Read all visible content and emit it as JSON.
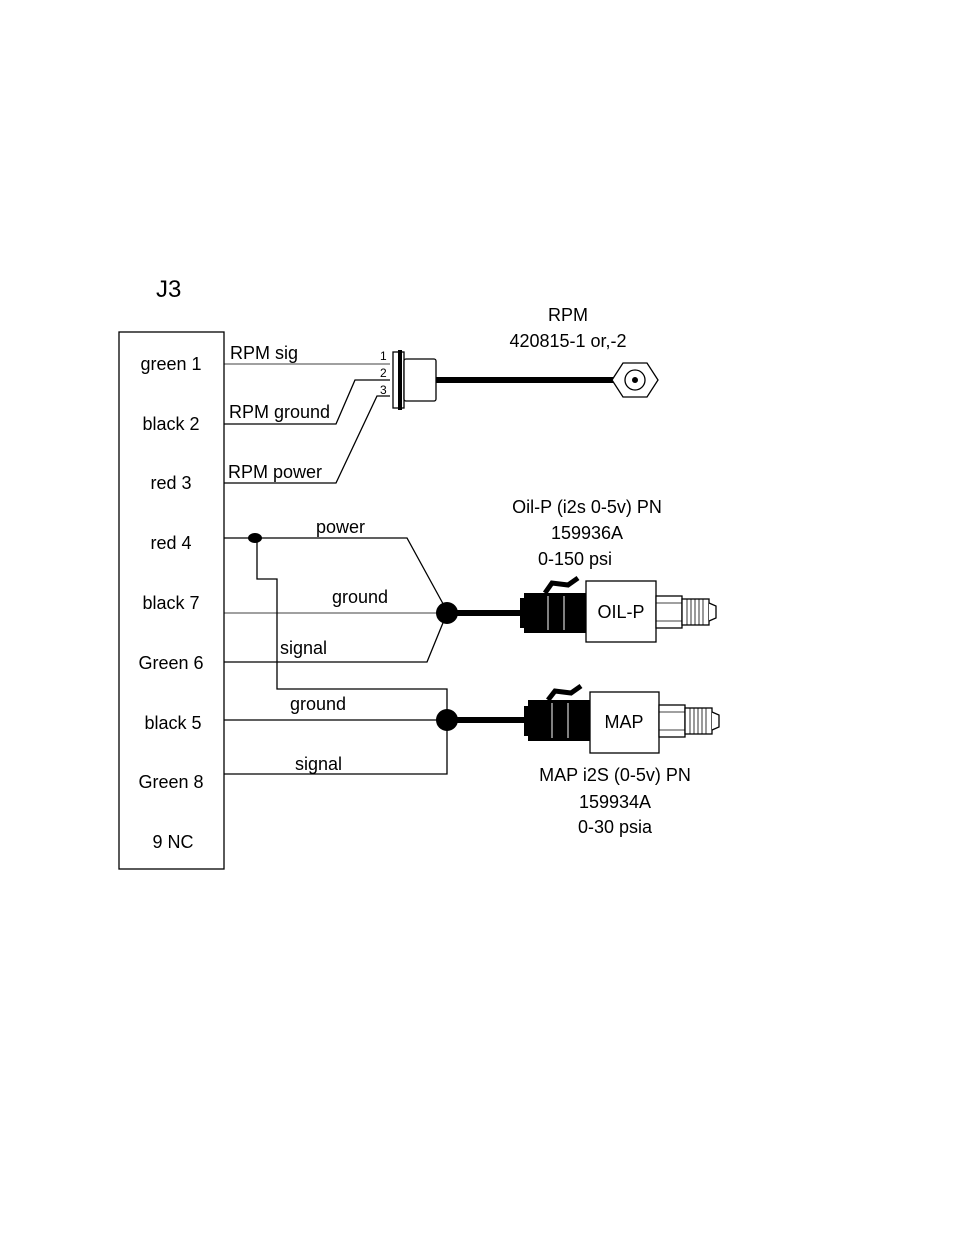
{
  "connector": {
    "title": "J3",
    "pins": [
      "green 1",
      "black 2",
      "red 3",
      "red 4",
      "black 7",
      "Green 6",
      "black 5",
      "Green 8",
      "9 NC"
    ]
  },
  "wires": {
    "rpm_sig": "RPM sig",
    "rpm_ground": "RPM ground",
    "rpm_power": "RPM power",
    "oil_power": "power",
    "oil_ground": "ground",
    "oil_signal": "signal",
    "map_ground": "ground",
    "map_signal": "signal"
  },
  "rpm_sensor": {
    "title": "RPM",
    "part": "420815-1 or,-2",
    "pin_numbers": [
      "1",
      "2",
      "3"
    ]
  },
  "oil_sensor": {
    "title": "Oil-P (i2s 0-5v) PN",
    "part": "159936A",
    "range": "0-150 psi",
    "body_label": "OIL-P"
  },
  "map_sensor": {
    "title": "MAP i2S (0-5v) PN",
    "part": "159934A",
    "range": "0-30 psia",
    "body_label": "MAP"
  }
}
